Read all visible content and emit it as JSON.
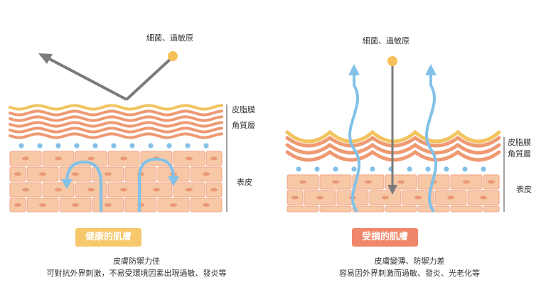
{
  "colors": {
    "healthy_badge": "#f6c76b",
    "damaged_badge": "#f0876a",
    "arrow_gray": "#7b7b7b",
    "water_blue": "#82c1e8",
    "sebum_yellow": "#f2c45f",
    "layer_orange": "#ee9a73",
    "cell_fill": "#f7c8a6",
    "cell_border": "#f0a587",
    "nucleus": "#ea9876",
    "allergen": "#f7c05a"
  },
  "healthy": {
    "allergen_label": "細菌、過敏原",
    "layer_sebum": "皮脂膜",
    "layer_stratum": "角質層",
    "layer_epidermis": "表皮",
    "badge": "健康的肌膚",
    "desc_line1": "皮膚防禦力佳",
    "desc_line2": "可對抗外界刺激，不易受環境因素出現過敏、發炎等"
  },
  "damaged": {
    "allergen_label": "細菌、過敏原",
    "layer_sebum": "皮脂膜",
    "layer_stratum": "角質層",
    "layer_epidermis": "表皮",
    "badge": "受損的肌膚",
    "desc_line1": "皮膚變薄、防禦力差",
    "desc_line2": "容易因外界刺激而過敏、發炎、光老化等"
  }
}
